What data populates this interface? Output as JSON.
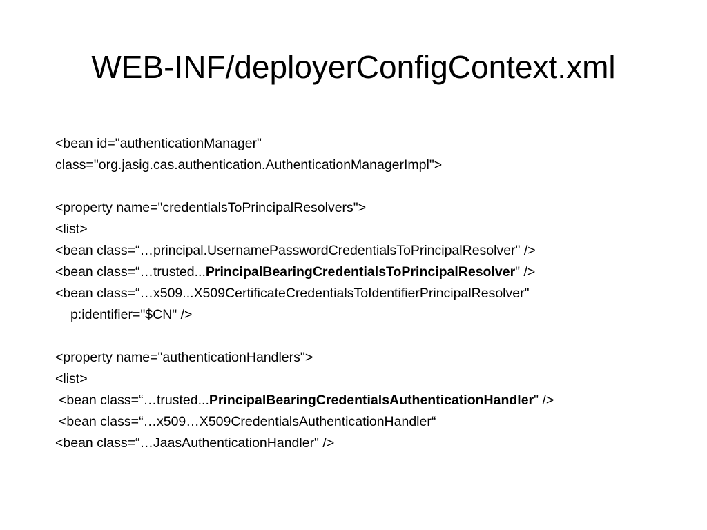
{
  "slide": {
    "title": "WEB-INF/deployerConfigContext.xml",
    "lines": {
      "l1": "<bean id=\"authenticationManager\"",
      "l2": "class=\"org.jasig.cas.authentication.AuthenticationManagerImpl\">",
      "l4": "<property name=\"credentialsToPrincipalResolvers\">",
      "l5": "<list>",
      "l6": "<bean class=“…principal.UsernamePasswordCredentialsToPrincipalResolver\" />",
      "l7_pre": "<bean  class=“…trusted...",
      "l7_bold": "PrincipalBearingCredentialsToPrincipalResolver",
      "l7_post": "\" />",
      "l8": "<bean class=“…x509...X509CertificateCredentialsToIdentifierPrincipalResolver\"",
      "l9": "p:identifier=\"$CN\" />",
      "l11": "<property name=\"authenticationHandlers\">",
      "l12": "<list>",
      "l13_pre": "<bean class=“…trusted...",
      "l13_bold": "PrincipalBearingCredentialsAuthenticationHandler",
      "l13_post": "\" />",
      "l14": "<bean class=“…x509…X509CredentialsAuthenticationHandler“",
      "l15": "<bean class=“…JaasAuthenticationHandler\" />"
    }
  }
}
